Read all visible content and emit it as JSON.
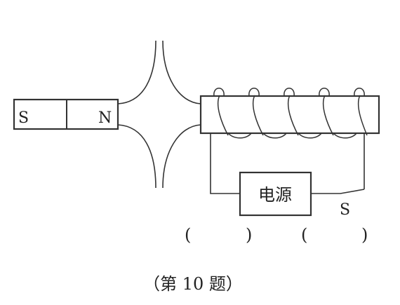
{
  "magnet": {
    "left_pole": "S",
    "right_pole": "N"
  },
  "power_supply": {
    "label": "电源"
  },
  "switch_label": "S",
  "answer_blanks": [
    {
      "open": "(",
      "close": ")"
    },
    {
      "open": "(",
      "close": ")"
    }
  ],
  "caption": "（第 10 题）"
}
